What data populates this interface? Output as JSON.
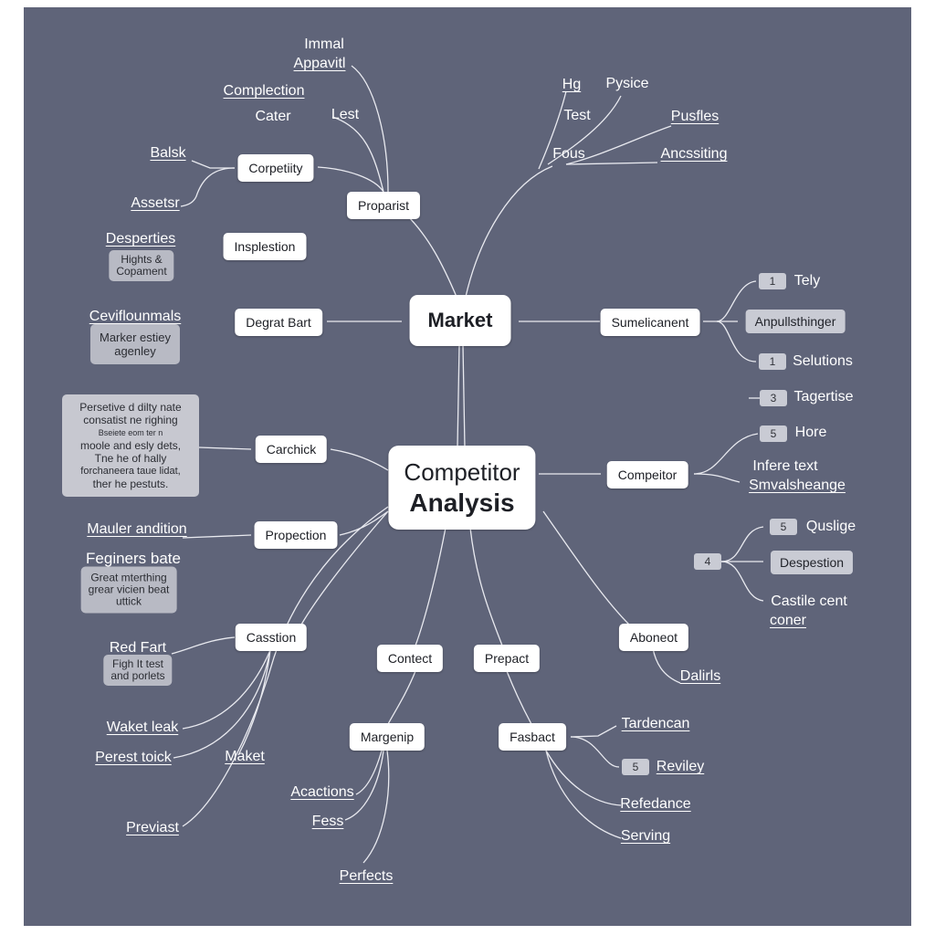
{
  "title": "Competitor Analysis",
  "center": {
    "line1": "Competitor",
    "line2": "Analysis"
  },
  "market": "Market",
  "nodes": {
    "proparist": "Proparist",
    "corpetiity": "Corpetiity",
    "insplestion": "Insplestion",
    "degrat_bart": "Degrat Bart",
    "carchick": "Carchick",
    "propection": "Propection",
    "casstion": "Casstion",
    "contect": "Contect",
    "prepact": "Prepact",
    "margenip": "Margenip",
    "fasbact": "Fasbact",
    "aboneot": "Aboneot",
    "compeitor": "Compeitor",
    "sumelicanent": "Sumelicanent"
  },
  "labels": {
    "immal": "Immal",
    "appavitl": "Appavitl",
    "complection": "Complection",
    "cater": "Cater",
    "lest": "Lest",
    "balsk": "Balsk",
    "assetsr": "Assetsr",
    "desperties": "Desperties",
    "ceviflounmals": "Ceviflounmals",
    "hg": "Hg",
    "pysice": "Pysice",
    "test": "Test",
    "pusfles": "Pusfles",
    "fous": "Fous",
    "ancssiting": "Ancssiting",
    "tely": "Tely",
    "selutions": "Selutions",
    "tagertise": "Tagertise",
    "hore": "Hore",
    "infere_text": "Infere text",
    "smvalsheange": "Smvalsheange",
    "quslige": "Quslige",
    "castile_cent": "Castile cent",
    "coner": "coner",
    "dalirls": "Dalirls",
    "mauler_andition": "Mauler andition",
    "feginers_bate": "Feginers bate",
    "red_fart": "Red Fart",
    "waket_leak": "Waket leak",
    "perest_toick": "Perest toick",
    "maket": "Maket",
    "previast": "Previast",
    "acactions": "Acactions",
    "fess": "Fess",
    "perfects": "Perfects",
    "tardencan": "Tardencan",
    "reviley": "Reviley",
    "refedance": "Refedance",
    "serving": "Serving"
  },
  "tags": {
    "anpullsthinger": "Anpullsthinger",
    "despestion": "Despestion"
  },
  "badges": {
    "tely": "1",
    "selutions": "1",
    "tagertise": "3",
    "hore": "5",
    "quslige": "5",
    "despestion": "4",
    "reviley": "5"
  },
  "notes": {
    "hights": [
      "Hights &",
      "Copament"
    ],
    "marker": [
      "Marker estiey",
      "agenley"
    ],
    "big": [
      "Persetive d dilty nate",
      "consatist ne righing",
      "Bseiete eom ter n",
      "moole and esly dets,",
      "Tne he of hally",
      "forchaneera taue lidat,",
      "ther he pestuts."
    ],
    "great": [
      "Great mterthing",
      "grear vicien beat",
      "uttick"
    ],
    "figh": [
      "Figh It test",
      "and porlets"
    ]
  },
  "colors": {
    "background": "#5f6479",
    "node_fill": "#ffffff",
    "tag_fill": "#c9cbd4",
    "line": "#e9eaf0"
  }
}
